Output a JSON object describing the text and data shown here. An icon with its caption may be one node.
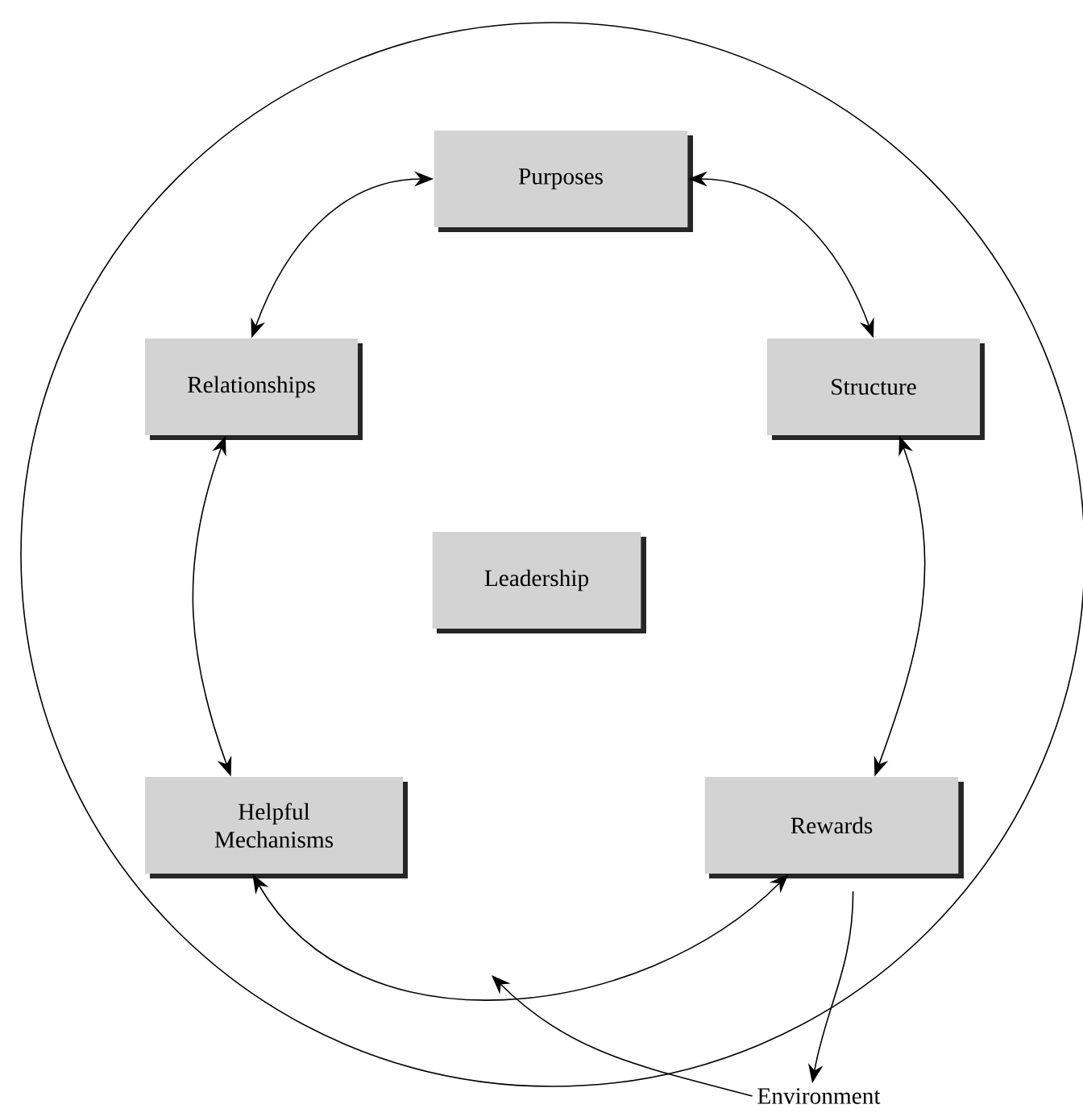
{
  "diagram": {
    "nodes": [
      {
        "text": [],
        "shape": "circle"
      },
      {
        "text": [
          "Purposes"
        ],
        "in": 0
      },
      {
        "text": [
          "Relationships"
        ],
        "in": 0
      },
      {
        "text": [
          "Structure"
        ],
        "in": 0
      },
      {
        "text": [
          "Leadership"
        ],
        "in": 0
      },
      {
        "text": [
          "Helpful Mechanisms"
        ],
        "in": 0
      },
      {
        "text": [
          "Rewards"
        ],
        "in": 0
      },
      {
        "text": [
          "Environment"
        ]
      }
    ],
    "edges": [
      {
        "from": 1,
        "to": 2,
        "arrow": "both"
      },
      {
        "from": 1,
        "to": 3,
        "arrow": "both"
      },
      {
        "from": 2,
        "to": 5,
        "arrow": "both"
      },
      {
        "from": 3,
        "to": 6,
        "arrow": "both"
      },
      {
        "from": 5,
        "to": 6,
        "arrow": "both"
      },
      {
        "from": 6,
        "to": 7,
        "arrow": "to"
      },
      {
        "from": 7,
        "to": null,
        "arrow": "to"
      }
    ]
  }
}
